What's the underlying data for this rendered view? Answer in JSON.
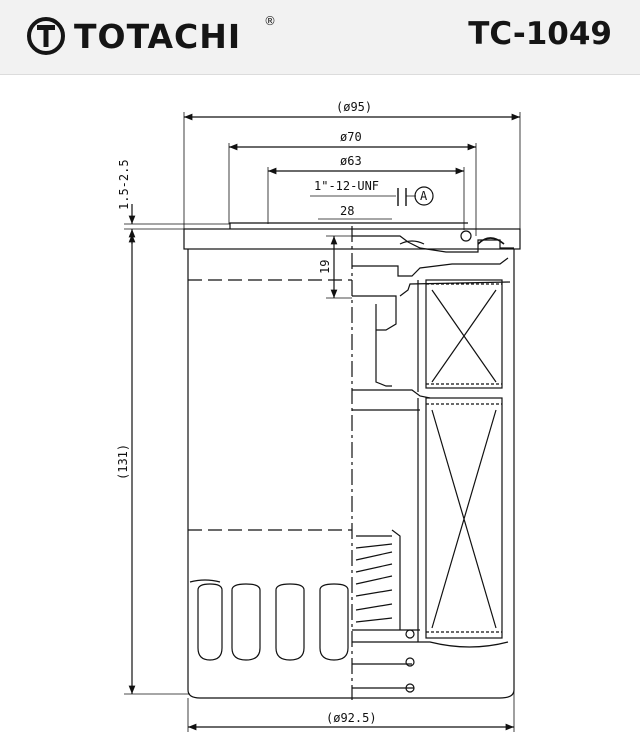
{
  "brand": {
    "name": "TOTACHI",
    "registered_mark": "®"
  },
  "part_number": "TC-1049",
  "dimensions": {
    "outer_diameter": "(ø95)",
    "gasket_outer_diameter": "ø70",
    "gasket_inner_diameter": "ø63",
    "thread": "1\"-12-UNF",
    "wrench_flats": "28",
    "detail_ref": "A",
    "top_height_range": "1.5-2.5",
    "thread_depth": "19",
    "overall_height": "(131)",
    "body_diameter": "(ø92.5)"
  }
}
